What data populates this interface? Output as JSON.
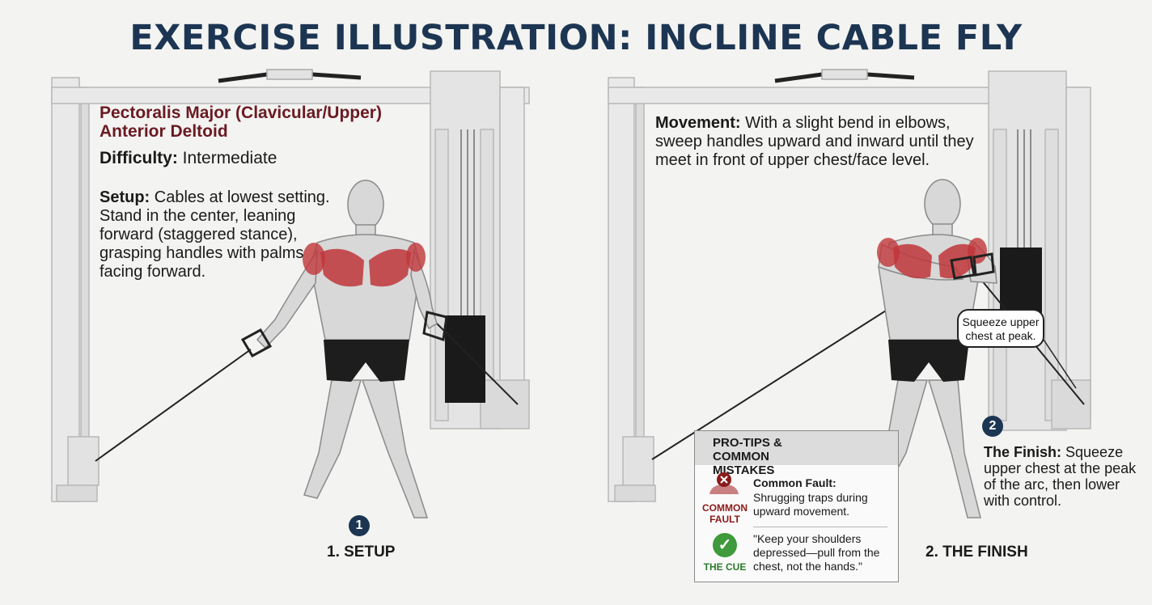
{
  "title": "EXERCISE ILLUSTRATION: INCLINE CABLE FLY",
  "muscles": [
    "Pectoralis Major (Clavicular/Upper)",
    "Anterior Deltoid"
  ],
  "difficulty": {
    "label": "Difficulty:",
    "value": "Intermediate"
  },
  "setup": {
    "label": "Setup:",
    "text": "Cables at lowest setting. Stand in the center, leaning forward (staggered stance), grasping handles with palms facing forward."
  },
  "movement": {
    "label": "Movement:",
    "text": "With a slight bend in elbows, sweep handles upward and inward until they meet in front of upper chest/face level."
  },
  "steps": [
    {
      "number": "1",
      "label": "1. SETUP"
    },
    {
      "number": "2",
      "label": "2. THE FINISH"
    }
  ],
  "finish": {
    "label": "The Finish:",
    "text": "Squeeze upper chest at the peak of the arc, then lower with control."
  },
  "callout": "Squeeze upper chest at peak.",
  "protips": {
    "heading": "PRO-TIPS & COMMON MISTAKES",
    "fault": {
      "badge": "COMMON FAULT",
      "title": "Common Fault:",
      "text": "Shrugging traps during upward movement.",
      "icon": "person-x-icon"
    },
    "cue": {
      "badge": "THE CUE",
      "text": "\"Keep your shoulders depressed—pull from the chest, not the hands.\"",
      "icon": "check-icon"
    }
  },
  "colors": {
    "title": "#1c3552",
    "muscle_text": "#6a1a22",
    "muscle_highlight": "#c0363a",
    "fault": "#8b1a1a",
    "cue": "#3e9a3a"
  }
}
